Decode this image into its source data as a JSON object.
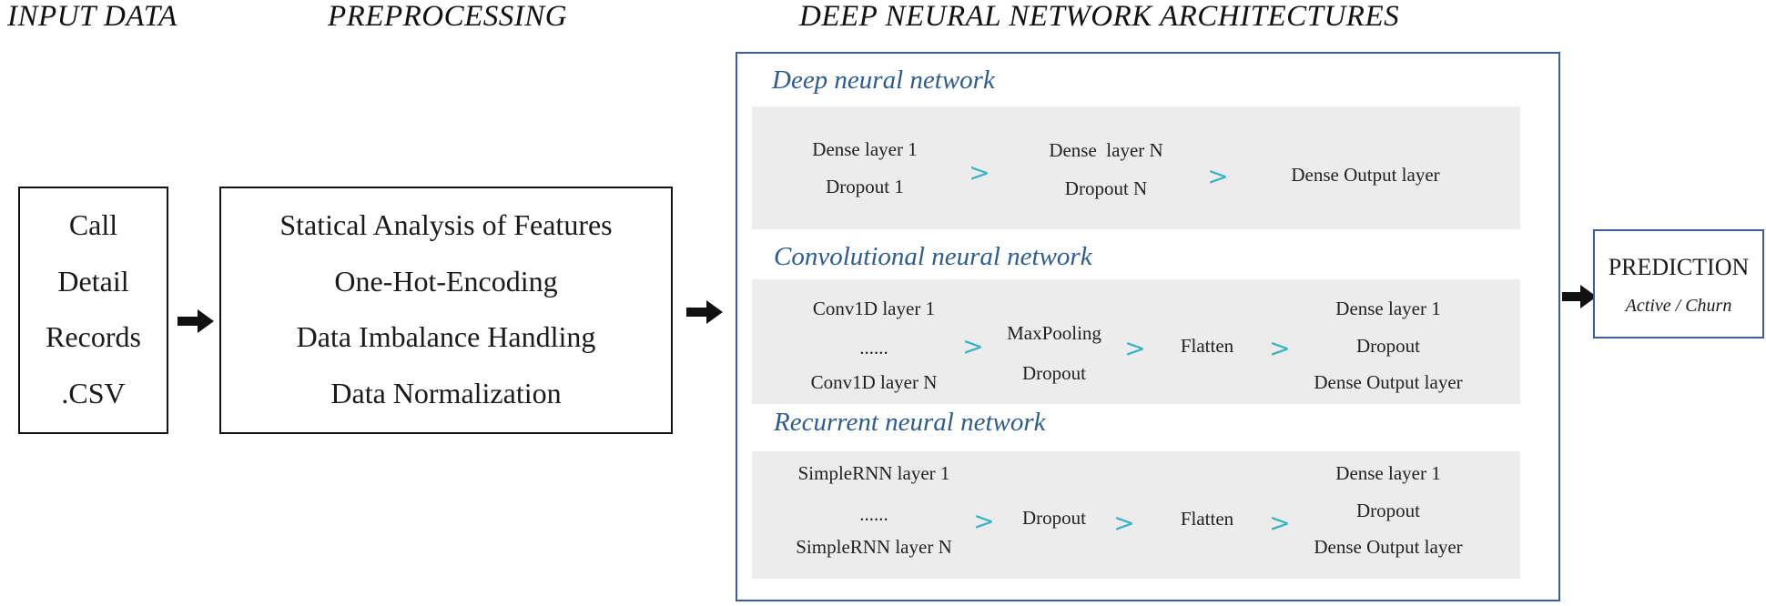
{
  "headings": {
    "input": "INPUT DATA",
    "preprocessing": "PREPROCESSING",
    "architectures": "DEEP NEURAL NETWORK ARCHITECTURES"
  },
  "input_box": {
    "lines": [
      "Call",
      "Detail",
      "Records",
      ".CSV"
    ]
  },
  "preprocessing_box": {
    "lines": [
      "Statical Analysis of Features",
      "One-Hot-Encoding",
      "Data Imbalance Handling",
      "Data Normalization"
    ]
  },
  "networks": {
    "dnn": {
      "title": "Deep neural network",
      "col1": [
        "Dense layer 1",
        "Dropout 1"
      ],
      "col2": [
        "Dense  layer N",
        "Dropout N"
      ],
      "col3": [
        "Dense Output layer"
      ]
    },
    "cnn": {
      "title": "Convolutional neural network",
      "col1": [
        "Conv1D layer 1",
        "......",
        "Conv1D layer N"
      ],
      "col2": [
        "MaxPooling",
        "Dropout"
      ],
      "col3": [
        "Flatten"
      ],
      "col4": [
        "Dense layer 1",
        "Dropout",
        "Dense Output layer"
      ]
    },
    "rnn": {
      "title": "Recurrent neural network",
      "col1": [
        "SimpleRNN layer 1",
        "......",
        "SimpleRNN layer N"
      ],
      "col2": [
        "Dropout"
      ],
      "col3": [
        "Flatten"
      ],
      "col4": [
        "Dense layer 1",
        "Dropout",
        "Dense Output layer"
      ]
    },
    "arrow_glyph": ">"
  },
  "prediction": {
    "title": "PREDICTION",
    "subtitle": "Active / Churn"
  },
  "colors": {
    "frame": "#3b5f9a",
    "title": "#2d5c8f",
    "teal_arrow": "#39b4c4",
    "panel": "#ececec"
  }
}
